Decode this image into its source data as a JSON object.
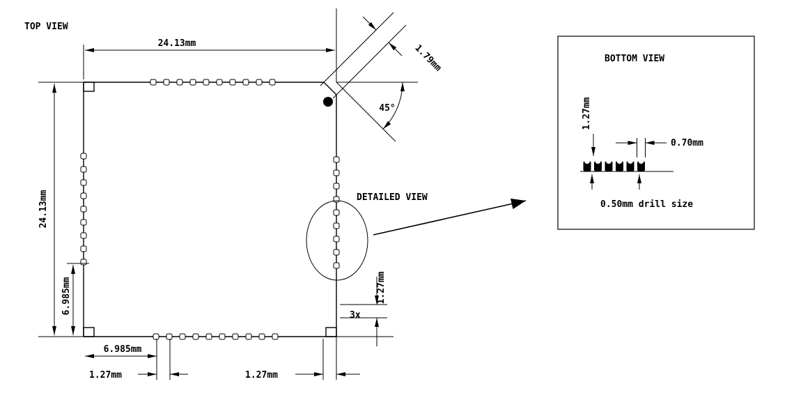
{
  "drawing": {
    "colors": {
      "ink": "#000000",
      "paper": "#ffffff"
    },
    "top_view": {
      "title": "TOP VIEW",
      "dim_width": "24.13mm",
      "dim_height": "24.13mm",
      "dim_side_inset": "6.985mm",
      "dim_bottom_inset": "6.985mm",
      "dim_pitch_bottom_left": "1.27mm",
      "dim_pitch_bottom_right": "1.27mm",
      "dim_pitch_right": "1.27mm",
      "dim_chamfer": "1.79mm",
      "dim_angle": "45°",
      "count_label": "3x"
    },
    "detail": {
      "label": "DETAILED VIEW"
    },
    "bottom_view": {
      "title": "BOTTOM VIEW",
      "dim_pitch": "1.27mm",
      "dim_pad_width": "0.70mm",
      "drill_note": "0.50mm drill size"
    }
  }
}
